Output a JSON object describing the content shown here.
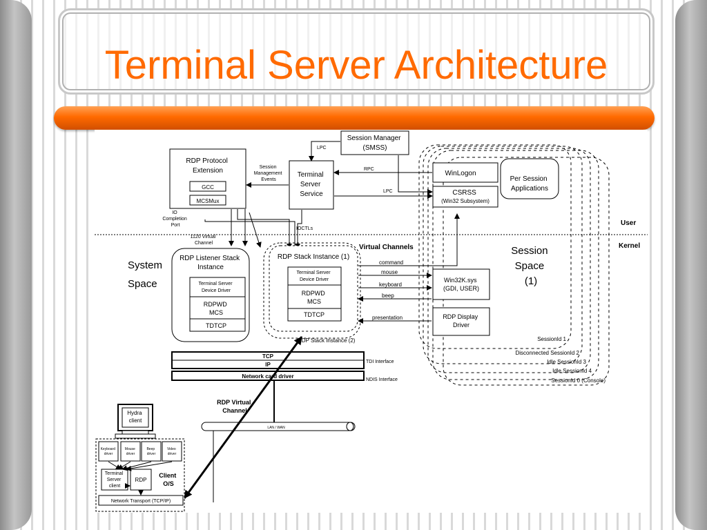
{
  "slide": {
    "title": "Terminal Server Architecture",
    "accent_color": "#ff6a00"
  },
  "diagram": {
    "top": {
      "session_manager": [
        "Session Manager",
        "(SMSS)"
      ],
      "rdp_protocol_extension": [
        "RDP Protocol",
        "Extension"
      ],
      "gcc": "GCC",
      "mcsmux": "MCSMux",
      "session_mgmt_events": [
        "Session",
        "Management",
        "Events"
      ],
      "terminal_server_service": [
        "Terminal",
        "Server",
        "Service"
      ],
      "lpc_top": "LPC",
      "rpc": "RPC",
      "lpc_mid": "LPC",
      "winlogon": "WinLogon",
      "csrss": [
        "CSRSS",
        "(Win32 Subsystem)"
      ],
      "per_session_apps": [
        "Per Session",
        "Applications"
      ],
      "io_completion_port": [
        "IO",
        "Completion",
        "Port"
      ],
      "ioctls": "IOCTLs",
      "user": "User",
      "kernel": "Kernel",
      "port_1120": [
        "1120 Virtual",
        "Channel"
      ]
    },
    "system_space": [
      "System",
      "Space"
    ],
    "listener": {
      "title": [
        "RDP Listener Stack",
        "Instance"
      ],
      "ts_device_driver": [
        "Terminal Server",
        "Device Driver"
      ],
      "rdpwd": [
        "RDPWD",
        "MCS"
      ],
      "tdtcp": "TDTCP"
    },
    "stack": {
      "title": "RDP Stack Instance (1)",
      "ts_device_driver": [
        "Terminal Server",
        "Device Driver"
      ],
      "rdpwd": [
        "RDPWD",
        "MCS"
      ],
      "tdtcp": "TDTCP",
      "instance2": "RDP Stack Instance (2)"
    },
    "virtual_channels": {
      "title": "Virtual Channels",
      "items": [
        "command",
        "mouse",
        "keyboard",
        "beep",
        "presentation"
      ]
    },
    "win32k": [
      "Win32K.sys",
      "(GDI, USER)"
    ],
    "display_driver": [
      "RDP Display",
      "Driver"
    ],
    "session_space": [
      "Session",
      "Space",
      "(1)"
    ],
    "sessions": [
      "SessionId 1",
      "Disconnected SessionId 2",
      "Idle SessionId 3",
      "Idle SessionId 4",
      "SessionId 0 (Console)"
    ],
    "transport": {
      "tcp": "TCP",
      "ip": "IP",
      "nic": "Network card driver",
      "tdi": "TDI Interface",
      "ndis": "NDIS Interface",
      "lan": "LAN / WAN"
    },
    "rdp_virtual_channel": [
      "RDP Virtual",
      "Channel"
    ],
    "client": {
      "hydra": [
        "Hydra",
        "client"
      ],
      "keyboard_driver": [
        "Keyboard",
        "driver"
      ],
      "mouse_driver": [
        "Mouse",
        "driver"
      ],
      "beep_driver": [
        "Beep",
        "driver"
      ],
      "video_driver": [
        "Video",
        "driver"
      ],
      "ts_client": [
        "Terminal",
        "Server",
        "client"
      ],
      "rdp": "RDP",
      "client_os": [
        "Client",
        "O/S"
      ],
      "transport": "Network Transport (TCP/IP)"
    }
  }
}
